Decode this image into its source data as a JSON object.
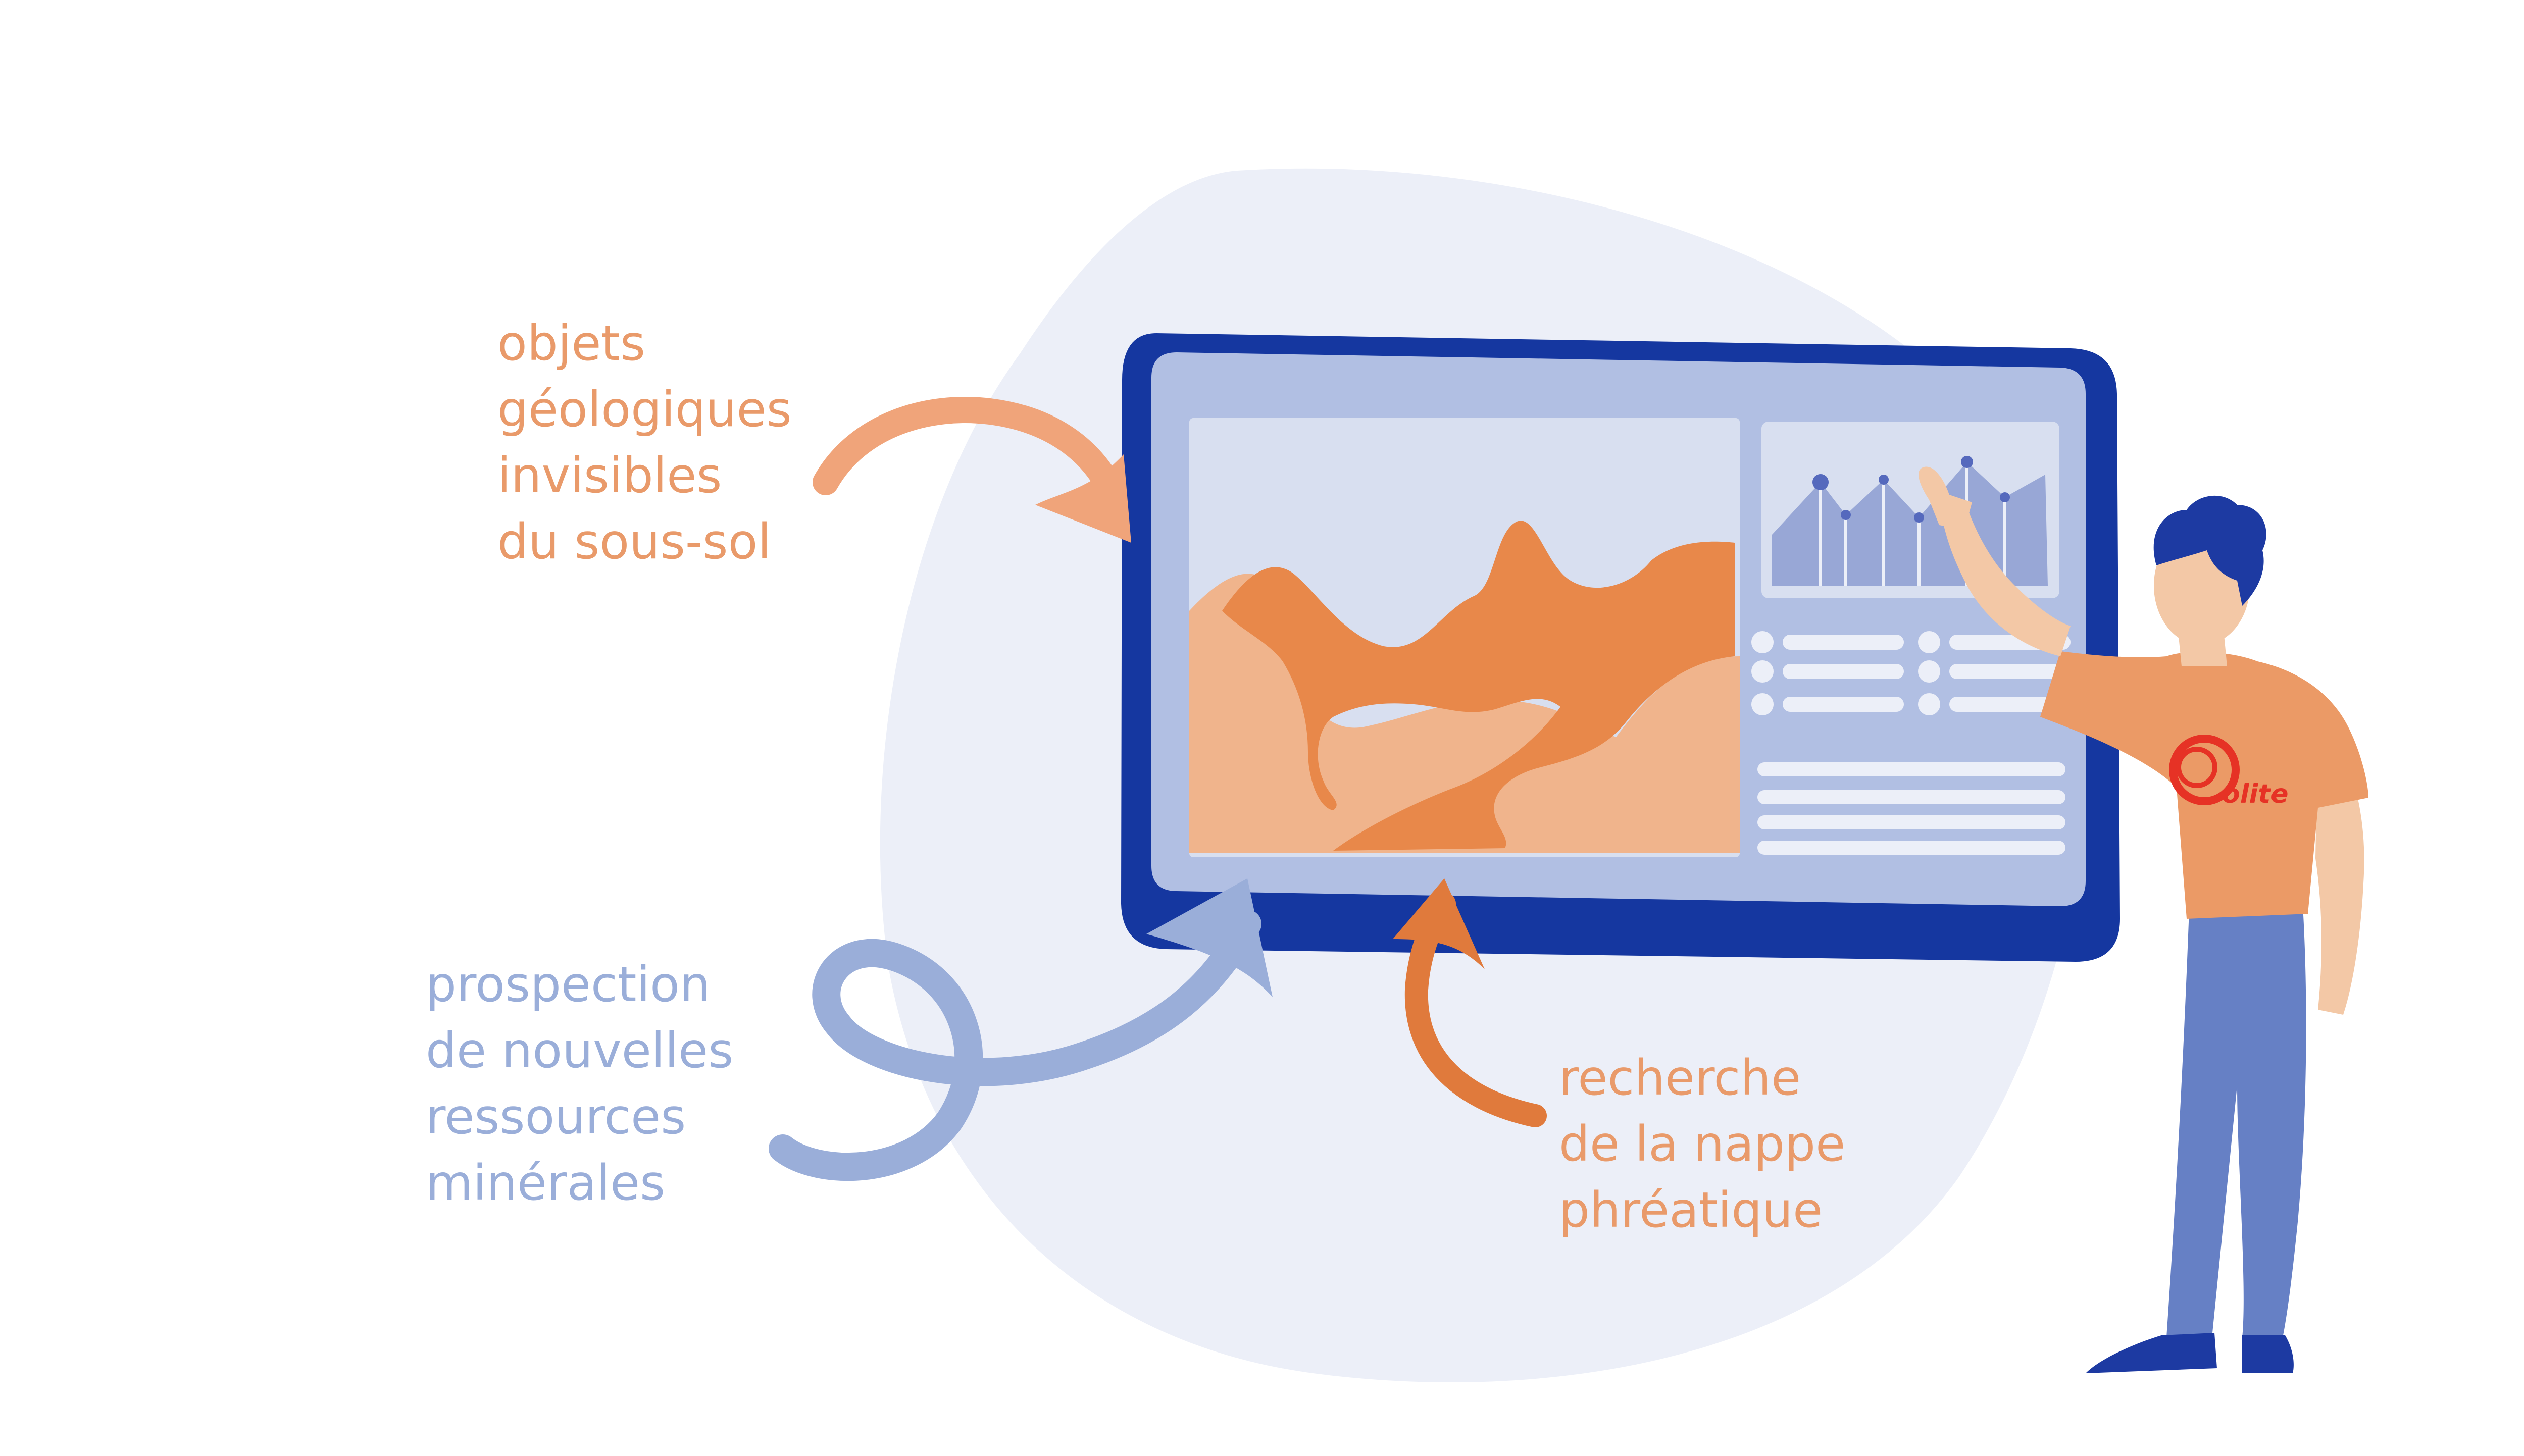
{
  "labels": {
    "geological_objects": {
      "lines": [
        "objets",
        "géologiques",
        "invisibles",
        "du sous-sol"
      ]
    },
    "mineral_prospection": {
      "lines": [
        "prospection",
        "de nouvelles",
        "ressources",
        "minérales"
      ]
    },
    "groundwater_search": {
      "lines": [
        "recherche",
        "de la nappe",
        "phréatique"
      ]
    }
  },
  "logo": {
    "text": "olite"
  },
  "colors": {
    "background": "#ffffff",
    "blob": "#eceff8",
    "monitor_frame": "#1537a0",
    "screen": "#b1bfe3",
    "panel": "#d8dff0",
    "orange_dark": "#e8884a",
    "orange_light": "#f0b48c",
    "label_orange": "#e99a6a",
    "label_blue": "#9aaed9",
    "chart_fill": "#98a7d6",
    "chart_dot": "#5569bd",
    "shirt": "#eb9a66",
    "skin": "#f3c8a6",
    "hair": "#1d3aa2",
    "pants": "#6680c5",
    "shoes": "#1d3aa2",
    "logo_red": "#e63225"
  }
}
